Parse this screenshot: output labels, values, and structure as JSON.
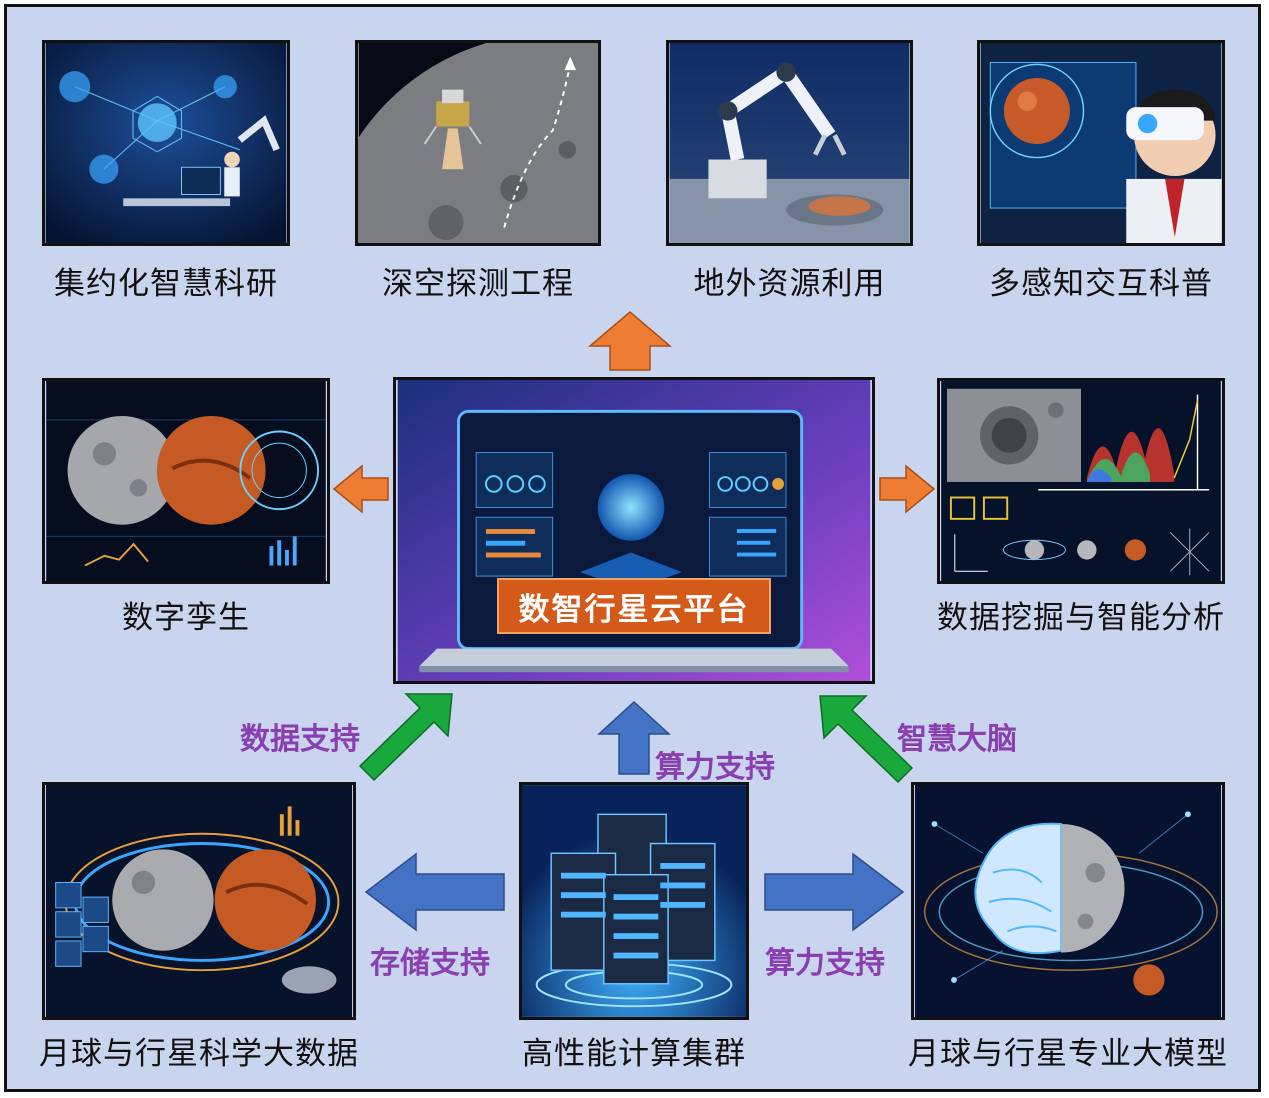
{
  "top_row": [
    {
      "caption": "集约化智慧科研",
      "image_icon": "lab-network-icon"
    },
    {
      "caption": "深空探测工程",
      "image_icon": "lander-icon"
    },
    {
      "caption": "地外资源利用",
      "image_icon": "robot-arm-icon"
    },
    {
      "caption": "多感知交互科普",
      "image_icon": "vr-headset-icon"
    }
  ],
  "middle_row": {
    "left": {
      "caption": "数字孪生",
      "image_icon": "planet-twin-icon"
    },
    "center": {
      "title": "数智行星云平台",
      "image_icon": "laptop-dashboard-icon"
    },
    "right": {
      "caption": "数据挖掘与智能分析",
      "image_icon": "spectrum-chart-icon"
    }
  },
  "bottom_row": [
    {
      "caption": "月球与行星科学大数据",
      "image_icon": "data-orbit-icon"
    },
    {
      "caption": "高性能计算集群",
      "image_icon": "server-cluster-icon"
    },
    {
      "caption": "月球与行星专业大模型",
      "image_icon": "brain-moon-icon"
    }
  ],
  "flow_labels": {
    "data_support": "数据支持",
    "compute_support_up": "算力支持",
    "smart_brain": "智慧大脑",
    "storage_support": "存储支持",
    "compute_support_right": "算力支持"
  },
  "colors": {
    "background": "#c9d5ee",
    "orange_arrow": "#ee7d33",
    "green_arrow": "#18a83c",
    "blue_arrow": "#4472c4",
    "label_purple": "#8a3fb0",
    "platform_label_bg": "#d45a1a"
  }
}
